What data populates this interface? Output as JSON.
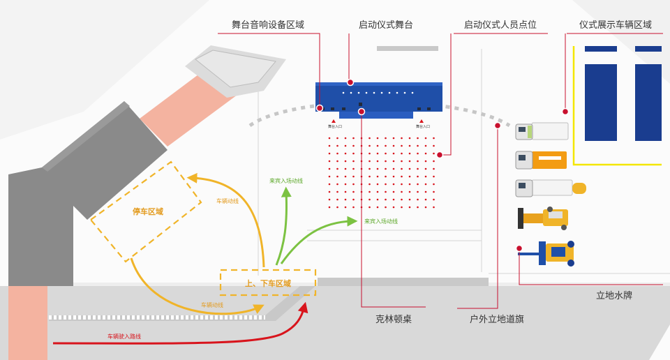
{
  "callouts": {
    "stage_audio": "舞台音响设备区域",
    "launch_stage": "启动仪式舞台",
    "ceremony_positions": "启动仪式人员点位",
    "vehicle_display": "仪式展示车辆区域",
    "standing_sign": "立地水牌",
    "kling_table": "克林顿桌",
    "outdoor_flag": "户外立地道旗"
  },
  "zones": {
    "parking": "停车区域",
    "drop_off": "上、下车区域"
  },
  "flows": {
    "vehicle_flow_1": "车辆动线",
    "vehicle_flow_2": "车辆动线",
    "guest_flow_1": "来宾入场动线",
    "guest_flow_2": "来宾入场动线",
    "vehicle_entry": "车辆驶入路线"
  },
  "stage": {
    "entrance_left": "舞台入口",
    "entrance_right": "舞台入口"
  },
  "colors": {
    "stage_blue": "#1f4fa8",
    "callout_red": "#c8102e",
    "vehicle_flow": "#f0b429",
    "guest_flow": "#7cc242",
    "building_gray": "#7f7f7f",
    "road_salmon": "#f4b3a0",
    "display_yellow": "#f3e600",
    "display_navy": "#1a3d8f"
  }
}
